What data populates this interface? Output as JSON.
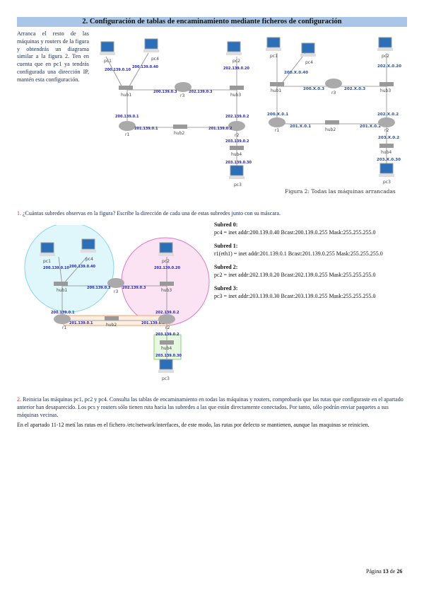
{
  "section": {
    "title": "2. Configuración de tablas de encaminamiento mediante ficheros de configuración"
  },
  "intro": {
    "text": "Arranca el resto de las máquinas y routers de la figura y obtendrás un diagrama similar a la figura 2. Ten en cuenta que en pc1 ya tendrás configurada una dirección IP, mantén esta configuración."
  },
  "figure1": {
    "nodes": {
      "pc1": "pc1",
      "pc4": "pc4",
      "pc2": "pc2",
      "pc3": "pc3",
      "hub1": "hub1",
      "hub2": "hub2",
      "hub3": "hub3",
      "hub4": "hub4",
      "r1": "r1",
      "r2": "r2",
      "r3": "r3"
    },
    "ips": {
      "pc1": "200.139.0.10",
      "pc4": "200.139.0.40",
      "pc2": "202.139.0.20",
      "r3_eth0": "200.139.0.3",
      "r3_eth1": "202.139.0.3",
      "r1_eth0": "200.139.0.1",
      "r1_eth1": "201.139.0.1",
      "r2_eth0": "201.139.0.2",
      "r2_eth1": "202.139.0.2",
      "r2_eth2": "203.139.0.2",
      "pc3": "203.139.0.30"
    }
  },
  "figure2": {
    "ips": {
      "pc4": "200.X.0.40",
      "pc2": "202.X.0.20",
      "r3_eth0": "200.X.0.3",
      "r3_eth1": "202.X.0.3",
      "r1_eth0": "200.X.0.1",
      "r1_eth1": "201.X.0.1",
      "r2_eth0": "201.X.0.2",
      "r2_eth1": "202.X.0.2",
      "r2_eth2": "203.X.0.2",
      "pc3": "203.X.0.30"
    },
    "caption": "Figura 2: Todas las máquinas arrancadas"
  },
  "question1": {
    "number": "1.",
    "text": " ¿Cuántas subredes observas en la figura? Escribe la dirección de cada una de estas subredes junto con su máscara."
  },
  "answers": [
    {
      "title": "Subred 0:",
      "line": "pc4 = inet addr:200.139.0.40  Bcast:200.139.0.255  Mask:255.255.255.0"
    },
    {
      "title": "Subred 1:",
      "line": "r1(eth1) = inet addr:201.139.0.1  Bcast:201.139.0.255  Mask:255.255.255.0"
    },
    {
      "title": "Subred 2:",
      "line": "pc2 = inet addr:202.139.0.20  Bcast:202.139.0.255  Mask:255.255.255.0"
    },
    {
      "title": "Subred 3:",
      "line": "pc3 = inet addr:203.139.0.30  Bcast:203.139.0.255  Mask:255.255.255.0"
    }
  ],
  "question2": {
    "number": "2.",
    "text": " Reinicia las máquinas pc1, pc2 y pc4. Consulta las tablas de encaminamiento en todas las máquinas y routers, comprobarás que las rutas que configuraste en el apartado anterior han desaparecido. Los pcs y routers sólo tienen ruta hacia las subredes a las que están directamente conectados. Por tanto, sólo podrán enviar paquetes a sus máquinas vecinas."
  },
  "note": {
    "text": "En el apartado 11-12 metí las rutas en el fichero /etc/network/interfaces, de este modo, las rutas por defecto se mantienen, aunque las maquinas se reinicien."
  },
  "footer": {
    "prefix": "Página ",
    "page": "13",
    "mid": " de ",
    "total": "26"
  }
}
